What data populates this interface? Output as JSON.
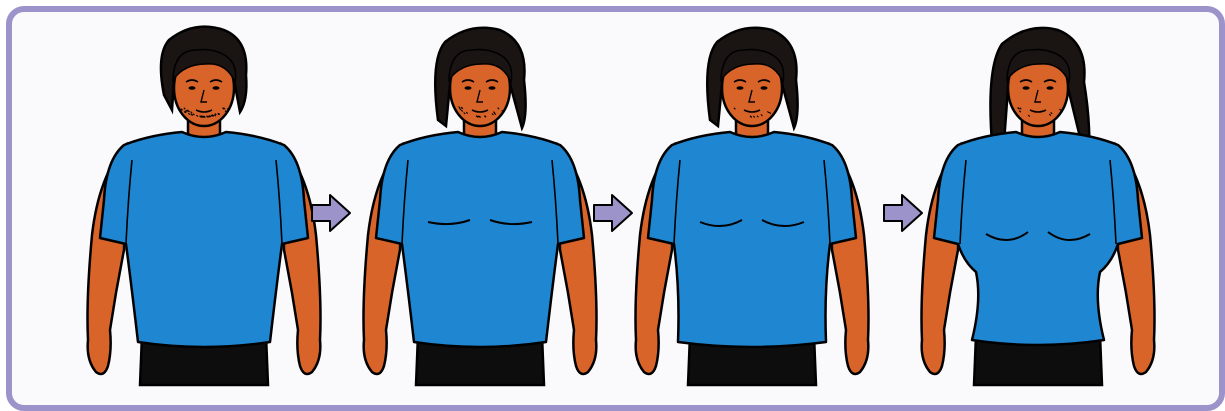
{
  "colors": {
    "border": "#9b93c9",
    "background": "#fafafc",
    "skin": "#d9642a",
    "shirt": "#1f86d1",
    "pants": "#0d0d0d",
    "hair": "#1a1412",
    "outline": "#000000",
    "arrow": "#9b93c9"
  },
  "figures": [
    {
      "stage": 1,
      "beard": "full",
      "chest": "flat",
      "waist": "straight",
      "hair": "short"
    },
    {
      "stage": 2,
      "beard": "light",
      "chest": "slight",
      "waist": "straight",
      "hair": "shoulder"
    },
    {
      "stage": 3,
      "beard": "trace",
      "chest": "medium",
      "waist": "straight",
      "hair": "shoulder"
    },
    {
      "stage": 4,
      "beard": "trace",
      "chest": "full",
      "waist": "curved",
      "hair": "long"
    }
  ],
  "arrows": [
    {
      "icon": "right-arrow-icon"
    },
    {
      "icon": "right-arrow-icon"
    },
    {
      "icon": "right-arrow-icon"
    }
  ]
}
